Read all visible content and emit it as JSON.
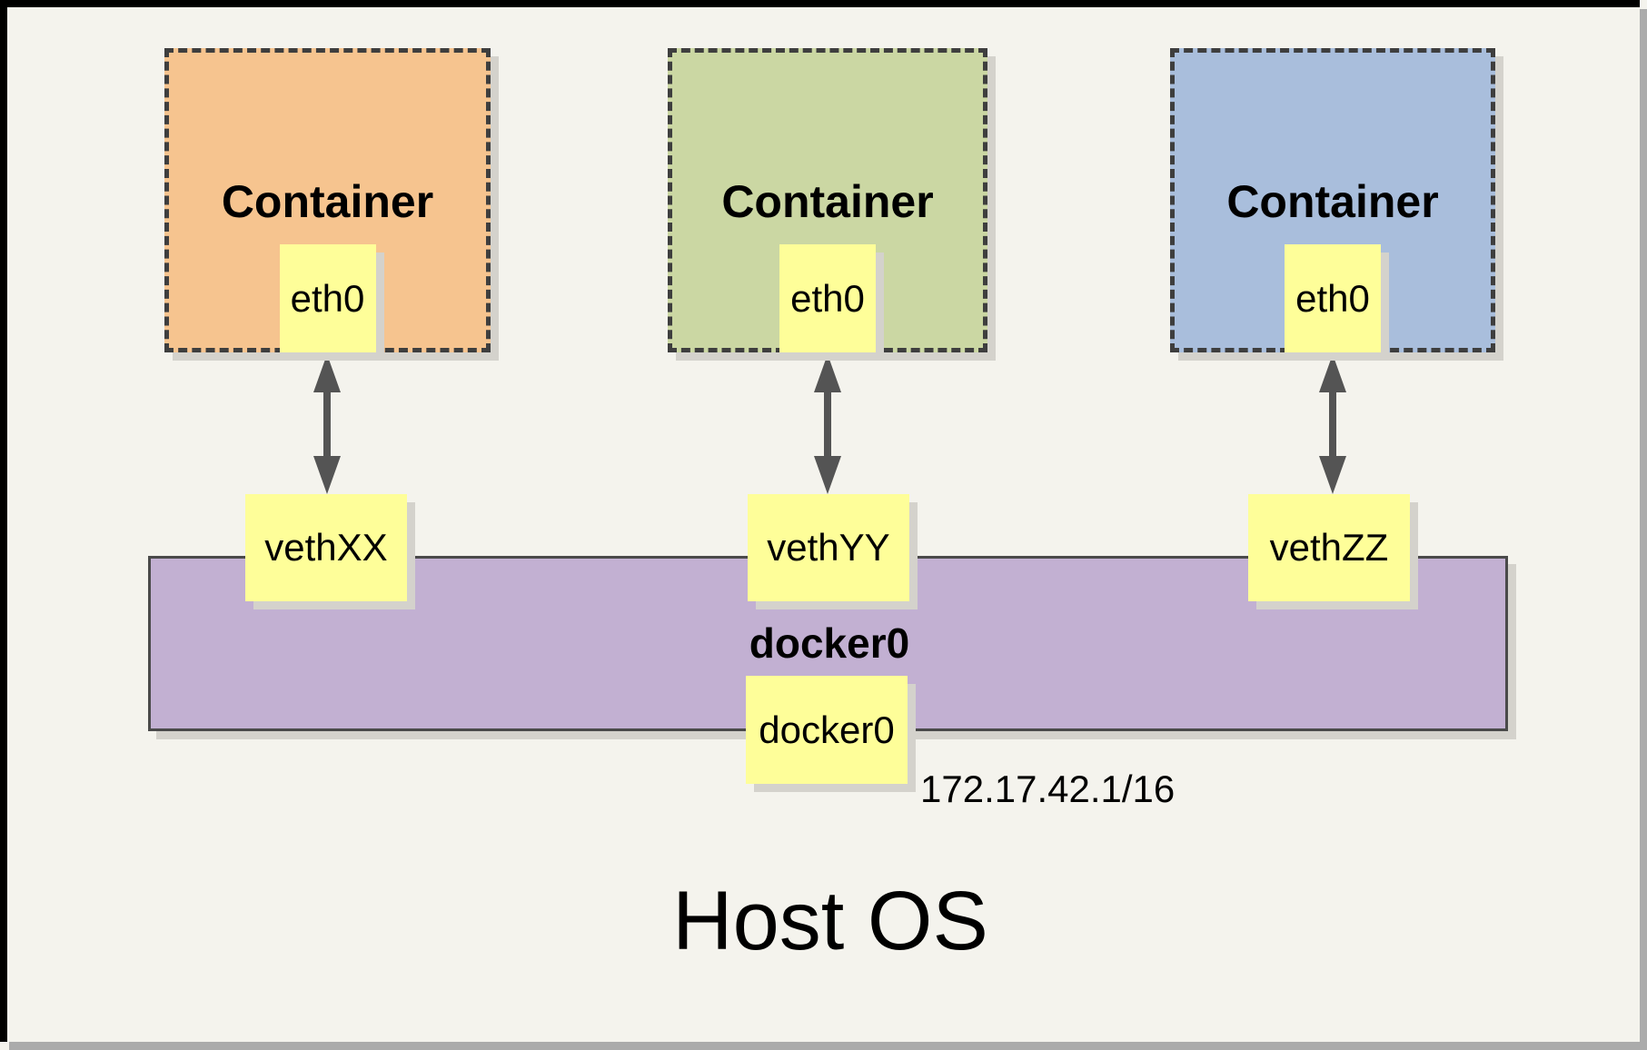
{
  "diagram": {
    "host_label": "Host OS",
    "containers": [
      {
        "label": "Container",
        "interface": "eth0",
        "veth": "vethXX",
        "fill": "#F6C48F"
      },
      {
        "label": "Container",
        "interface": "eth0",
        "veth": "vethYY",
        "fill": "#CBD7A3"
      },
      {
        "label": "Container",
        "interface": "eth0",
        "veth": "vethZZ",
        "fill": "#A9BEDC"
      }
    ],
    "bridge": {
      "label": "docker0",
      "interface": "docker0",
      "ip": "172.17.42.1/16",
      "fill": "#C2B0D2"
    },
    "colors": {
      "background": "#F4F3ED",
      "badge_yellow": "#FEFE99",
      "dashed_border": "#3E3E3E",
      "arrow_gray": "#545454",
      "shadow_gray": "#D4D2CC",
      "frame_black": "#000000",
      "frame_shadow": "#ABABAB",
      "text": "#000000"
    }
  }
}
